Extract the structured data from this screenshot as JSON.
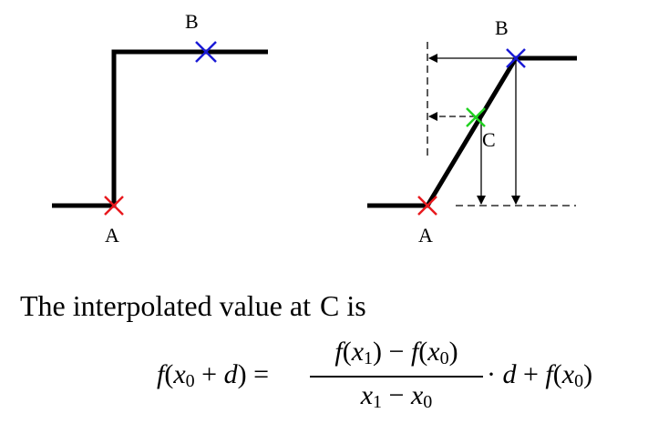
{
  "left_diagram": {
    "label_a": "A",
    "label_b": "B"
  },
  "right_diagram": {
    "label_a": "A",
    "label_b": "B",
    "label_c": "C"
  },
  "caption": {
    "text": "The interpolated value at",
    "var": "C is"
  },
  "formula": {
    "lhs_f": "f",
    "lhs_open": "(",
    "lhs_x": "x",
    "lhs_sub": "0",
    "lhs_plus": " + ",
    "lhs_d": "d",
    "lhs_close": ")",
    "equals": " = ",
    "num_f1": "f",
    "num_x1": "x",
    "num_sub1": "1",
    "num_minus": " − ",
    "num_f0": "f",
    "num_x0": "x",
    "num_sub0": "0",
    "den_x1": "x",
    "den_sub1": "1",
    "den_minus": " − ",
    "den_x0": "x",
    "den_sub0": "0",
    "rhs_dot": " · ",
    "rhs_d": "d",
    "rhs_plus": " + ",
    "rhs_f": "f",
    "rhs_x": "x",
    "rhs_sub": "0"
  },
  "colors": {
    "point_a": "#e8191e",
    "point_b": "#1a1ad6",
    "point_c": "#1fd21f",
    "line": "#000000"
  }
}
